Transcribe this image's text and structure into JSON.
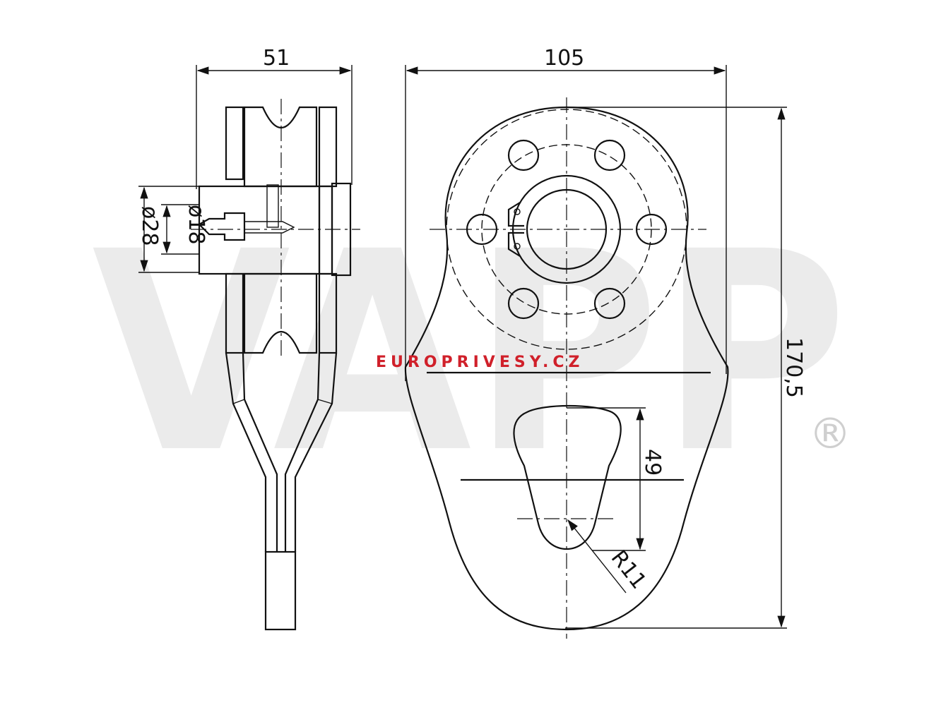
{
  "watermark": {
    "text": "VAPP",
    "registered": "®"
  },
  "brand": {
    "part1": "EURO",
    "part2": "PRIVESY.CZ",
    "color1": "#d0202a",
    "color2": "#d0202a"
  },
  "dimensions": {
    "side_width": "51",
    "front_width": "105",
    "height": "170,5",
    "slot_length": "49",
    "radius": "R11",
    "dia_inner": "ø18",
    "dia_outer": "ø28"
  }
}
